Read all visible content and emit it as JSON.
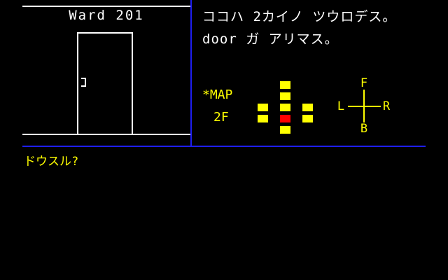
{
  "room": {
    "title": "Ward 201"
  },
  "messages": [
    {
      "text": "ココハ 2カイノ ツウロデス。"
    },
    {
      "text": "door ガ アリマス。"
    }
  ],
  "map": {
    "label": "*MAP",
    "floor": "2F",
    "colors": {
      "visited": "#ffff00",
      "current": "#ff0000"
    }
  },
  "compass": {
    "front": "F",
    "back": "B",
    "left": "L",
    "right": "R"
  },
  "prompt": {
    "text": "ドウスル?"
  },
  "colors": {
    "divider": "#1e1ef0",
    "text": "#ffffff",
    "accent": "#ffff00"
  }
}
